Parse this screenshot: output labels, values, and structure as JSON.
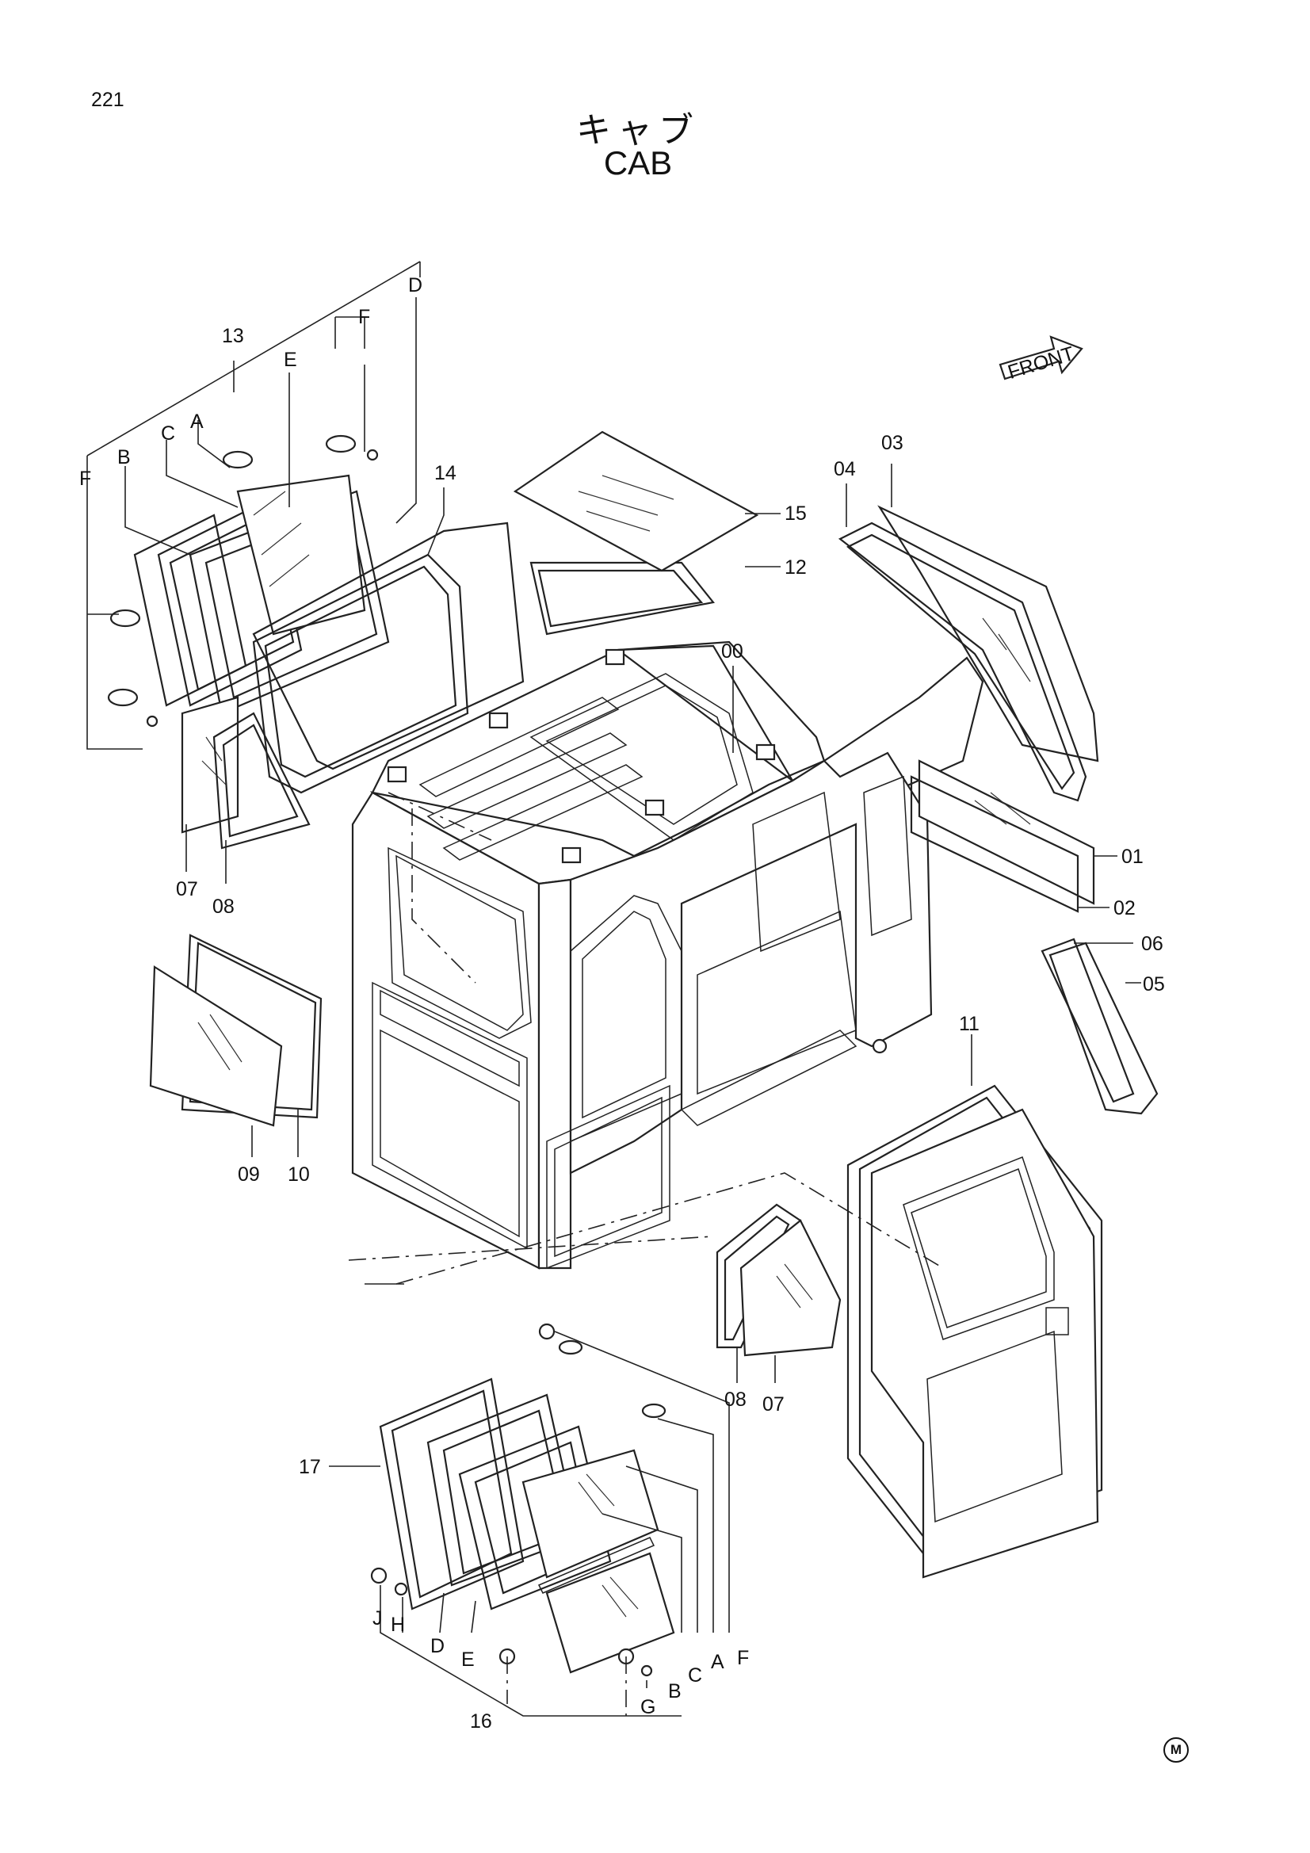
{
  "page_number": "221",
  "title_jp": "キャブ",
  "title_en": "CAB",
  "front_arrow": "FRONT",
  "bottom_mark": "M",
  "callouts": {
    "c00": "00",
    "c01": "01",
    "c02": "02",
    "c03": "03",
    "c04": "04",
    "c05": "05",
    "c06": "06",
    "c07a": "07",
    "c07b": "07",
    "c08a": "08",
    "c08b": "08",
    "c09": "09",
    "c10": "10",
    "c11": "11",
    "c12": "12",
    "c13": "13",
    "c14": "14",
    "c15": "15",
    "c16": "16",
    "c17": "17"
  },
  "letters_top": {
    "A": "A",
    "B": "B",
    "C": "C",
    "D": "D",
    "E": "E",
    "F1": "F",
    "F2": "F"
  },
  "letters_bottom": {
    "A": "A",
    "B": "B",
    "C": "C",
    "D": "D",
    "E": "E",
    "F": "F",
    "G": "G",
    "H": "H",
    "J": "J"
  }
}
